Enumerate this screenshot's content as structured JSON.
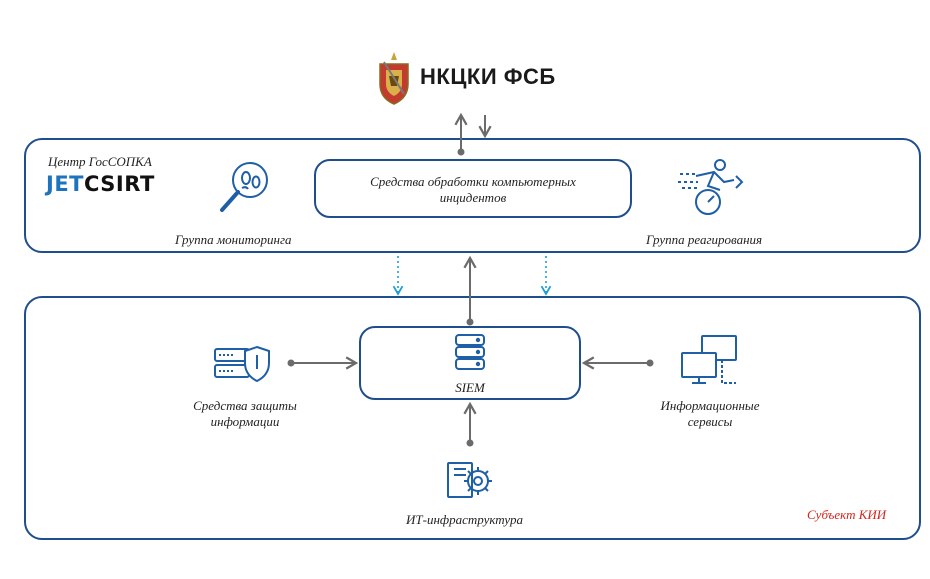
{
  "header": {
    "title": "НКЦКИ ФСБ",
    "emblem_icon": "fsb-emblem-icon"
  },
  "gossopka": {
    "label": "Центр ГосСОПКА",
    "brand_jet": "JET",
    "brand_csirt": "CSIRT",
    "processing_tools": "Средства обработки компьютерных инцидентов",
    "monitoring_group": "Группа мониторинга",
    "response_group": "Группа реагирования",
    "monitoring_icon": "fingerprint-magnifier-icon",
    "response_icon": "runner-speedometer-icon"
  },
  "subject": {
    "label": "Субъект КИИ",
    "siem": "SIEM",
    "siem_icon": "database-icon",
    "protection_tools": "Средства защиты информации",
    "protection_icon": "shield-server-icon",
    "info_services": "Информационные сервисы",
    "info_services_icon": "monitors-icon",
    "it_infra": "ИТ-инфраструктура",
    "it_infra_icon": "gear-document-icon"
  },
  "colors": {
    "frame": "#1f4e8c",
    "icon_blue": "#1f5fa6",
    "arrow_gray": "#6b6b6b",
    "dotted_cyan": "#1a9fd6",
    "brand_blue": "#1e73be",
    "subject_label": "#d2261c"
  }
}
